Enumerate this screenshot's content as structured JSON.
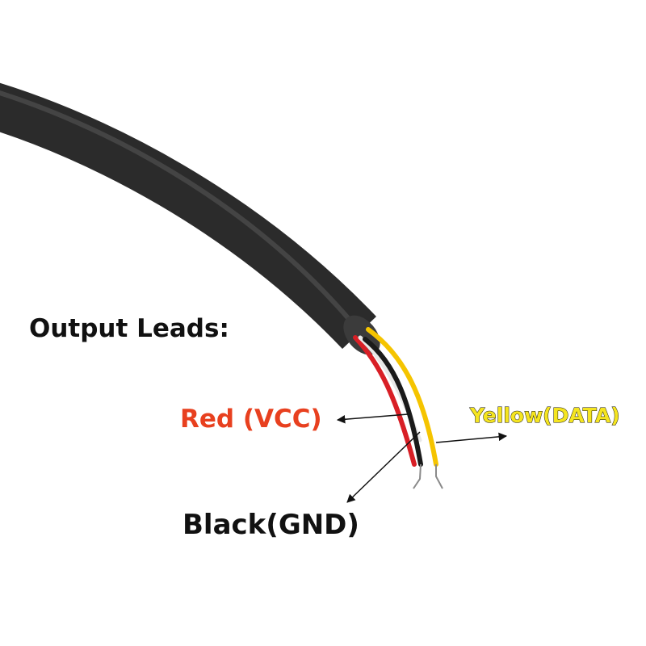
{
  "title": "Output Leads:",
  "leads": [
    {
      "label": "Red (VCC)",
      "color": "#e8401f"
    },
    {
      "label": "Yellow(DATA)",
      "color": "#f5e520"
    },
    {
      "label": "Black(GND)",
      "color": "#111111"
    }
  ],
  "colors": {
    "cable": "#2b2b2b",
    "background": "#ffffff",
    "wire_red": "#d81f26",
    "wire_yellow": "#f5c400",
    "wire_black": "#1a1a1a",
    "wire_white": "#e8e8e8"
  }
}
